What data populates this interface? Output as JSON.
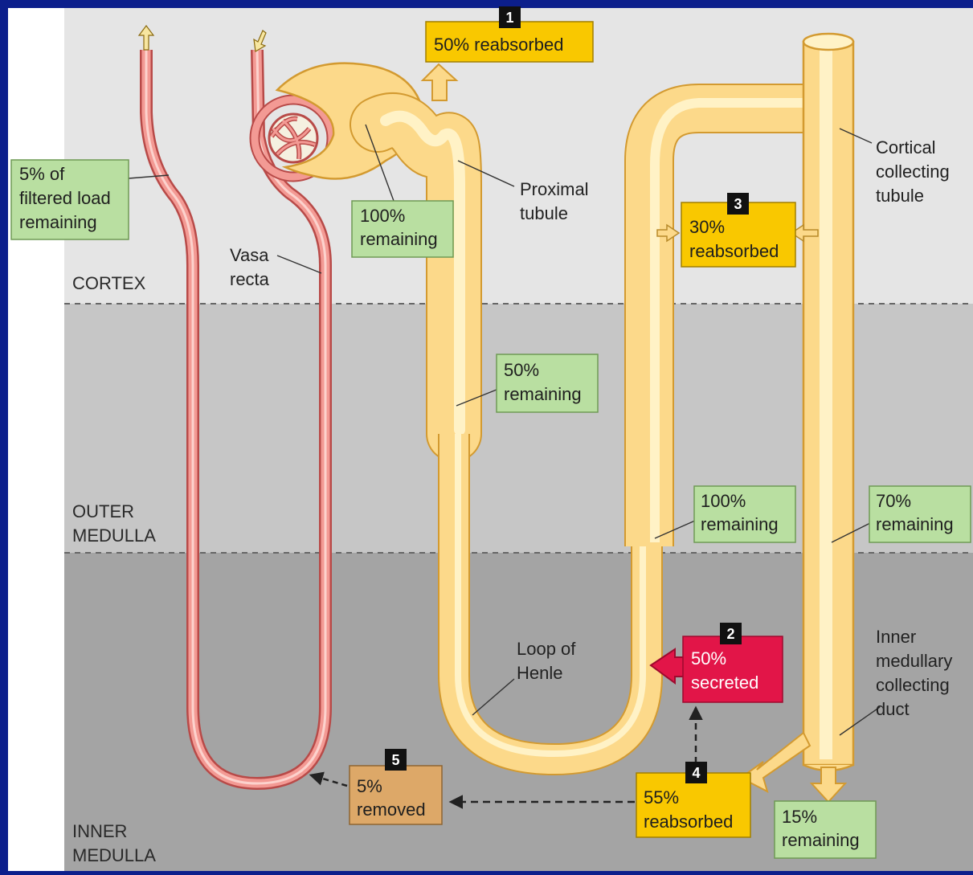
{
  "zones": {
    "cortex": "CORTEX",
    "outer_medulla": [
      "OUTER",
      "MEDULLA"
    ],
    "inner_medulla": [
      "INNER",
      "MEDULLA"
    ]
  },
  "labels": {
    "vasa_recta": [
      "Vasa",
      "recta"
    ],
    "proximal_tubule": [
      "Proximal",
      "tubule"
    ],
    "cortical_collecting_tubule": [
      "Cortical",
      "collecting",
      "tubule"
    ],
    "loop_of_henle": [
      "Loop of",
      "Henle"
    ],
    "inner_medullary_collecting_duct": [
      "Inner",
      "medullary",
      "collecting",
      "duct"
    ]
  },
  "boxes": {
    "filtered_load": [
      "5% of",
      "filtered load",
      "remaining"
    ],
    "glomerulus_remaining": [
      "100%",
      "remaining"
    ],
    "proximal_remaining": [
      "50%",
      "remaining"
    ],
    "loop_remaining": [
      "100%",
      "remaining"
    ],
    "cortical_remaining": [
      "70%",
      "remaining"
    ],
    "final_remaining": [
      "15%",
      "remaining"
    ]
  },
  "steps": {
    "s1": {
      "num": "1",
      "text": [
        "50% reabsorbed"
      ]
    },
    "s2": {
      "num": "2",
      "text": [
        "50%",
        "secreted"
      ]
    },
    "s3": {
      "num": "3",
      "text": [
        "30%",
        "reabsorbed"
      ]
    },
    "s4": {
      "num": "4",
      "text": [
        "55%",
        "reabsorbed"
      ]
    },
    "s5": {
      "num": "5",
      "text": [
        "5%",
        "removed"
      ]
    }
  },
  "colors": {
    "background_frame": "#0c1f8c",
    "cortex": "#e5e5e5",
    "outer_medulla": "#c6c6c6",
    "inner_medulla": "#a4a4a4",
    "tubule": "#fcd98a",
    "vessel": "#f39a94",
    "green_box": "#b9dfa1",
    "yellow_box": "#f9c800",
    "red_box": "#e21548",
    "brown_box": "#dda868"
  }
}
